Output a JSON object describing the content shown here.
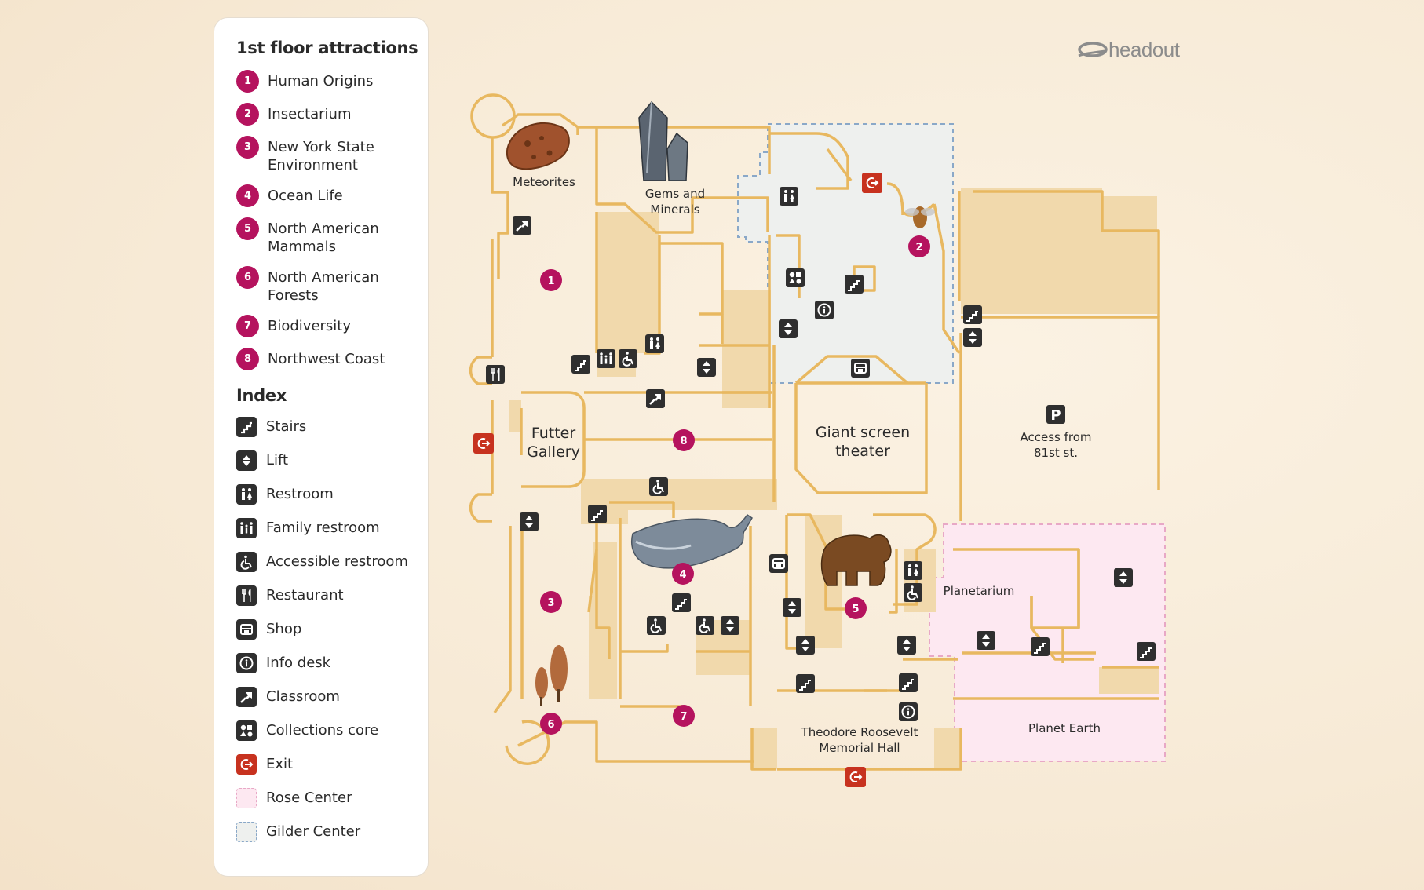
{
  "brand": {
    "name": "headout"
  },
  "legend": {
    "attractions_title": "1st floor attractions",
    "attractions": [
      {
        "num": "1",
        "label": "Human Origins"
      },
      {
        "num": "2",
        "label": "Insectarium"
      },
      {
        "num": "3",
        "label": "New York State Environment"
      },
      {
        "num": "4",
        "label": "Ocean Life"
      },
      {
        "num": "5",
        "label": "North American Mammals"
      },
      {
        "num": "6",
        "label": "North American Forests"
      },
      {
        "num": "7",
        "label": "Biodiversity"
      },
      {
        "num": "8",
        "label": "Northwest Coast"
      }
    ],
    "index_title": "Index",
    "index": [
      {
        "icon": "stairs-icon",
        "label": "Stairs"
      },
      {
        "icon": "lift-icon",
        "label": "Lift"
      },
      {
        "icon": "restroom-icon",
        "label": "Restroom"
      },
      {
        "icon": "family-restroom-icon",
        "label": "Family restroom"
      },
      {
        "icon": "accessible-restroom-icon",
        "label": "Accessible restroom"
      },
      {
        "icon": "restaurant-icon",
        "label": "Restaurant"
      },
      {
        "icon": "shop-icon",
        "label": "Shop"
      },
      {
        "icon": "info-desk-icon",
        "label": "Info desk"
      },
      {
        "icon": "classroom-icon",
        "label": "Classroom"
      },
      {
        "icon": "collections-core-icon",
        "label": "Collections core"
      },
      {
        "icon": "exit-icon",
        "label": "Exit"
      },
      {
        "icon": "rose-center-swatch",
        "label": "Rose Center"
      },
      {
        "icon": "gilder-center-swatch",
        "label": "Gilder Center"
      }
    ]
  },
  "map": {
    "labels": {
      "meteorites": "Meteorites",
      "gems_line1": "Gems and",
      "gems_line2": "Minerals",
      "futter_line1": "Futter",
      "futter_line2": "Gallery",
      "theater_line1": "Giant screen",
      "theater_line2": "theater",
      "parking": "P",
      "access_line1": "Access from",
      "access_line2": "81st st.",
      "planetarium": "Planetarium",
      "planet_earth": "Planet Earth",
      "roosevelt_line1": "Theodore Roosevelt",
      "roosevelt_line2": "Memorial Hall"
    },
    "markers": [
      "1",
      "2",
      "3",
      "4",
      "5",
      "6",
      "7",
      "8"
    ]
  },
  "colors": {
    "background": "#f7ead6",
    "wall": "#e8b860",
    "room_fill": "#f1d9ac",
    "attraction_badge": "#b5135e",
    "exit": "#c7321f",
    "rose_center": "#fde8f1",
    "gilder_center": "#eef0ee",
    "icon_bg": "#2f2f2f"
  }
}
